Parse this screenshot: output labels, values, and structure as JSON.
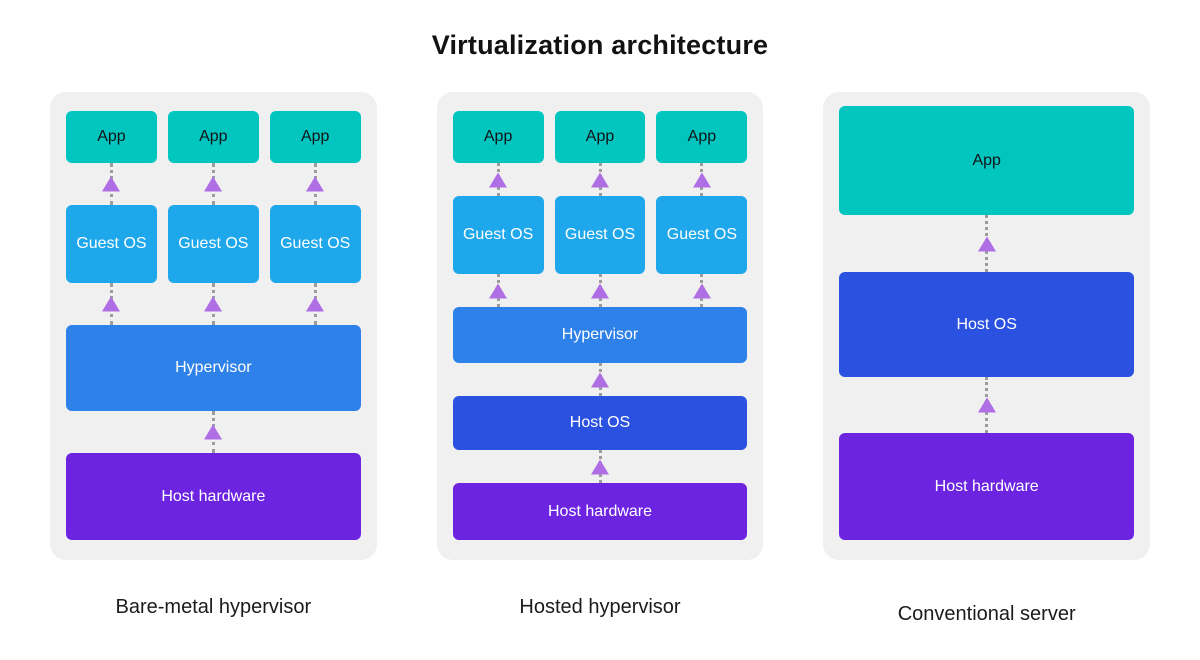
{
  "title": "Virtualization architecture",
  "colors": {
    "app": "#00C6BF",
    "guest_os": "#1EA7EB",
    "hypervisor": "#2F81EA",
    "host_os": "#2B51E0",
    "host_hardware": "#6C24E1",
    "panel_bg": "#F0F0F1",
    "arrow_line": "#9C9C9C",
    "arrow_head": "#AF6EE3",
    "app_text": "#101418",
    "box_text": "#FFFFFF",
    "title_text": "#121212",
    "caption_text": "#1B1B1B"
  },
  "diagram": {
    "bare_metal": {
      "caption": "Bare-metal hypervisor",
      "apps": [
        "App",
        "App",
        "App"
      ],
      "guests": [
        "Guest OS",
        "Guest OS",
        "Guest OS"
      ],
      "hypervisor": "Hypervisor",
      "host_hardware": "Host hardware"
    },
    "hosted": {
      "caption": "Hosted hypervisor",
      "apps": [
        "App",
        "App",
        "App"
      ],
      "guests": [
        "Guest OS",
        "Guest OS",
        "Guest OS"
      ],
      "hypervisor": "Hypervisor",
      "host_os": "Host OS",
      "host_hardware": "Host hardware"
    },
    "conventional": {
      "caption": "Conventional server",
      "app": "App",
      "host_os": "Host OS",
      "host_hardware": "Host hardware"
    }
  }
}
